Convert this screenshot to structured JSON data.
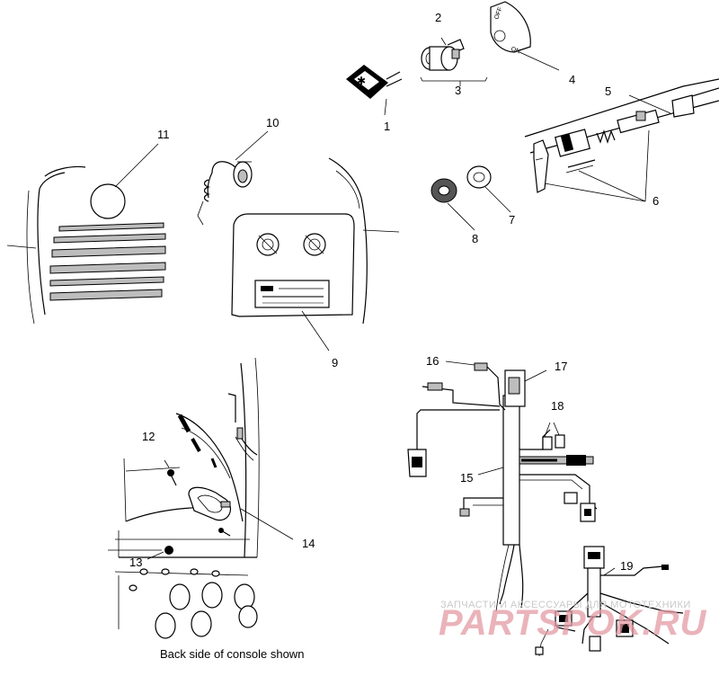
{
  "callouts": [
    {
      "id": "c1",
      "label": "1"
    },
    {
      "id": "c2",
      "label": "2"
    },
    {
      "id": "c3",
      "label": "3"
    },
    {
      "id": "c4",
      "label": "4"
    },
    {
      "id": "c5",
      "label": "5"
    },
    {
      "id": "c6",
      "label": "6"
    },
    {
      "id": "c7",
      "label": "7"
    },
    {
      "id": "c8",
      "label": "8"
    },
    {
      "id": "c9",
      "label": "9"
    },
    {
      "id": "c10",
      "label": "10"
    },
    {
      "id": "c11",
      "label": "11"
    },
    {
      "id": "c12",
      "label": "12"
    },
    {
      "id": "c13",
      "label": "13"
    },
    {
      "id": "c14",
      "label": "14"
    },
    {
      "id": "c15",
      "label": "15"
    },
    {
      "id": "c16",
      "label": "16"
    },
    {
      "id": "c17",
      "label": "17"
    },
    {
      "id": "c18",
      "label": "18"
    },
    {
      "id": "c19",
      "label": "19"
    }
  ],
  "caption": "Back side of console shown",
  "switch_plate": {
    "off_label": "OFF",
    "on_label": "ON"
  },
  "watermark": {
    "tagline": "ЗАПЧАСТИ И АКСЕССУАРЫ ДЛЯ МОТОТЕХНИКИ",
    "logo": "PARTSPOK.RU"
  }
}
